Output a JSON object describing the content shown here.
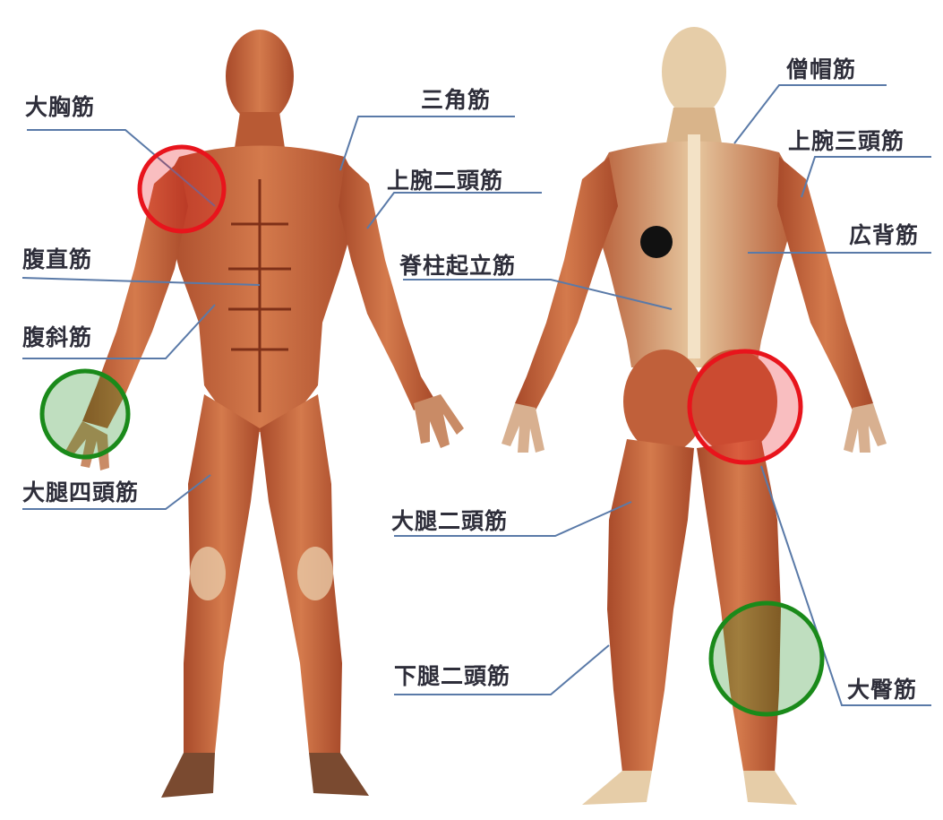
{
  "diagram": {
    "labels": {
      "pectoralis": "大胸筋",
      "deltoid": "三角筋",
      "biceps": "上腕二頭筋",
      "rectus_abdominis": "腹直筋",
      "erector_spinae": "脊柱起立筋",
      "obliques": "腹斜筋",
      "quadriceps": "大腿四頭筋",
      "hamstrings": "大腿二頭筋",
      "calf": "下腿二頭筋",
      "trapezius": "僧帽筋",
      "triceps": "上腕三頭筋",
      "latissimus": "広背筋",
      "gluteus": "大臀筋"
    },
    "markers": [
      {
        "muscle": "大胸筋",
        "color": "#e8141c"
      },
      {
        "muscle": "大臀筋",
        "color": "#e8141c"
      },
      {
        "muscle": "forearm",
        "color": "#1a8a1a"
      },
      {
        "muscle": "calf",
        "color": "#1a8a1a"
      },
      {
        "muscle": "back-dot",
        "color": "#111111"
      }
    ],
    "colors": {
      "muscle": "#c8663c",
      "muscle_dark": "#9e4126",
      "tendon": "#efd9b8",
      "red_marker": "#e8141c",
      "green_marker": "#1a8a1a"
    }
  }
}
